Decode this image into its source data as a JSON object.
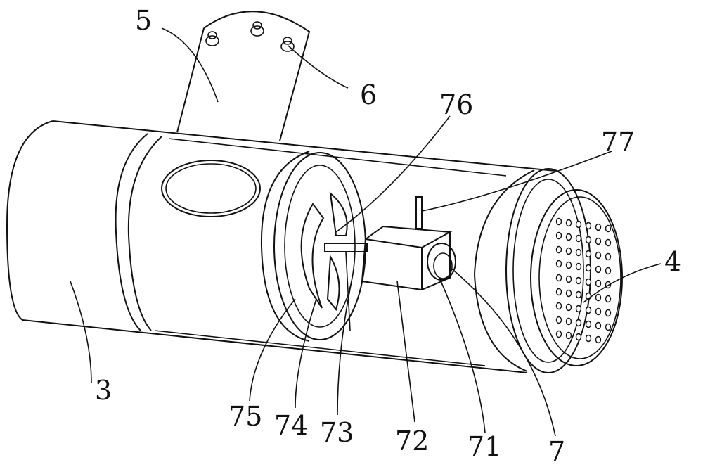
{
  "labels": {
    "l5": "5",
    "l6": "6",
    "l76": "76",
    "l77": "77",
    "l4": "4",
    "l3": "3",
    "l75": "75",
    "l74": "74",
    "l73": "73",
    "l72": "72",
    "l71": "71",
    "l7": "7"
  }
}
